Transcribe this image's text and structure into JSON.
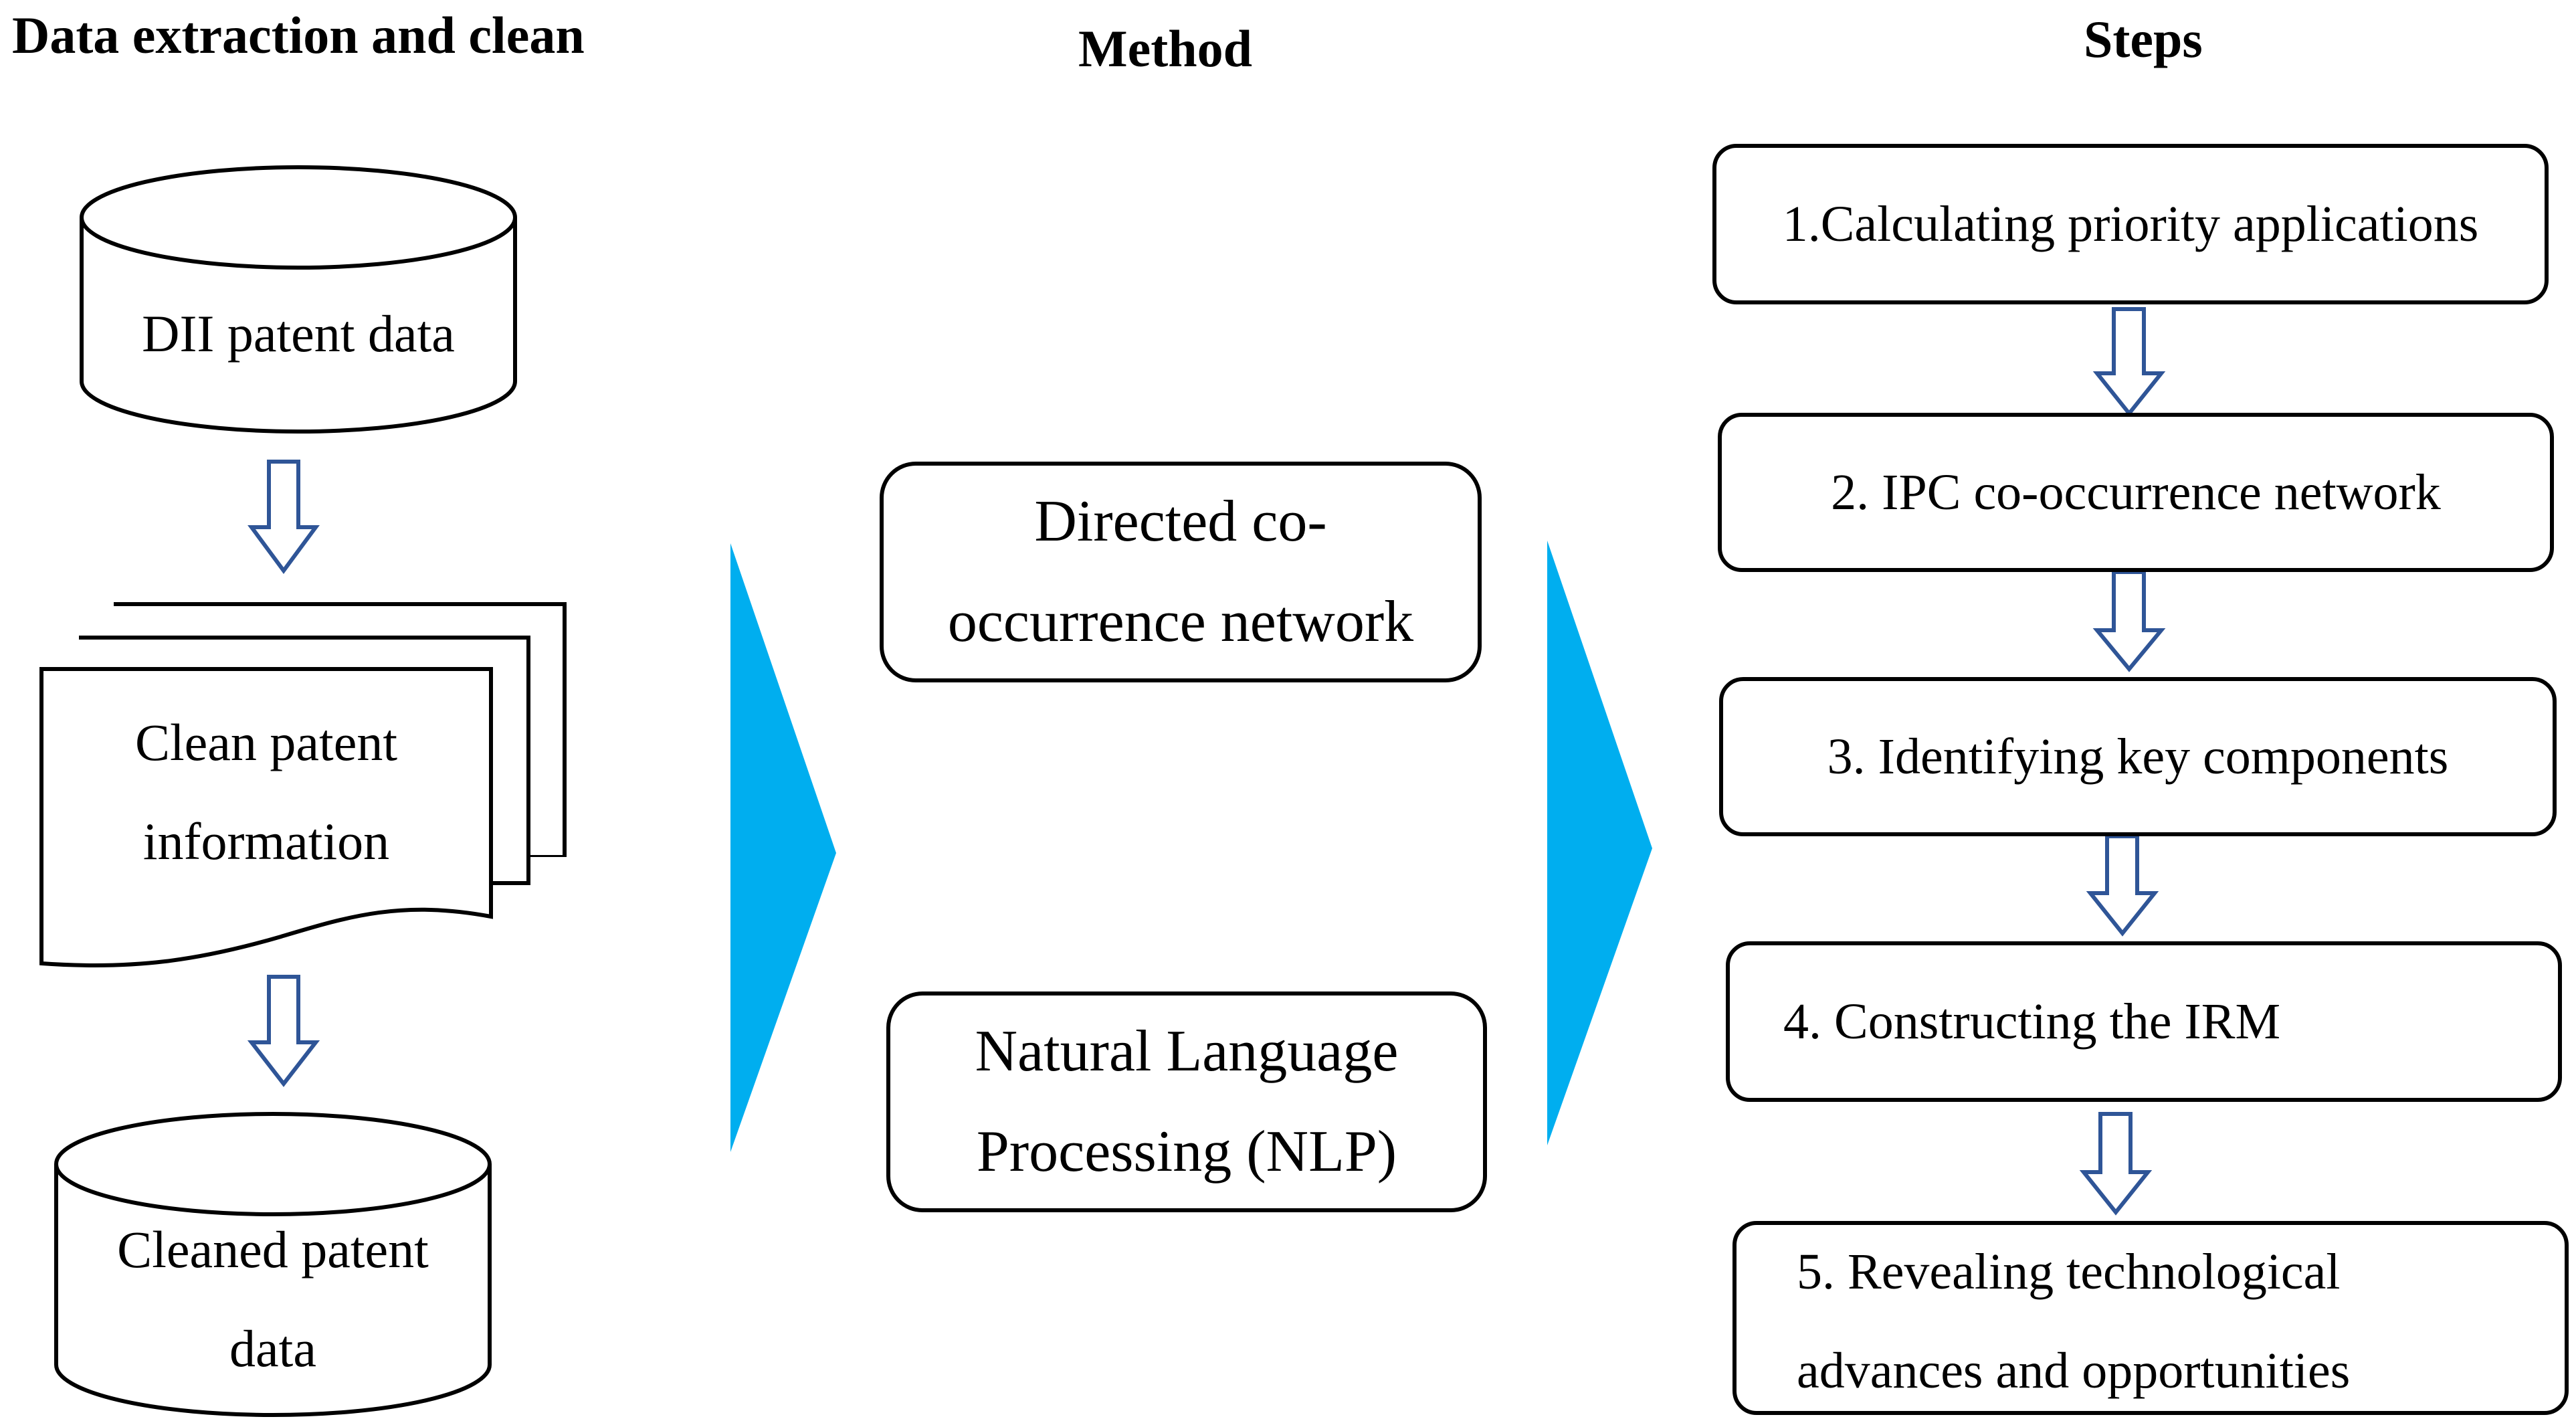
{
  "headings": {
    "left": "Data extraction and clean",
    "middle": "Method",
    "right": "Steps"
  },
  "data_column": {
    "source_db": "DII patent data",
    "clean_docs_line1": "Clean patent",
    "clean_docs_line2": "information",
    "cleaned_db_line1": "Cleaned patent",
    "cleaned_db_line2": "data"
  },
  "methods": {
    "method1_line1": "Directed co-",
    "method1_line2": "occurrence network",
    "method2_line1": "Natural Language",
    "method2_line2": "Processing (NLP)"
  },
  "steps": {
    "step1": "1.Calculating priority applications",
    "step2": "2. IPC co-occurrence network",
    "step3": "3. Identifying key components",
    "step4": "4. Constructing the IRM",
    "step5_line1": "5. Revealing technological",
    "step5_line2": "advances and opportunities"
  },
  "colors": {
    "flow_chevron": "#00AEEF",
    "down_arrow_stroke": "#2F5597",
    "outline": "#000000"
  },
  "icons": {
    "down_arrow": "hollow-down-arrow-icon",
    "flow_arrow": "chevron-right-triangle-icon"
  }
}
